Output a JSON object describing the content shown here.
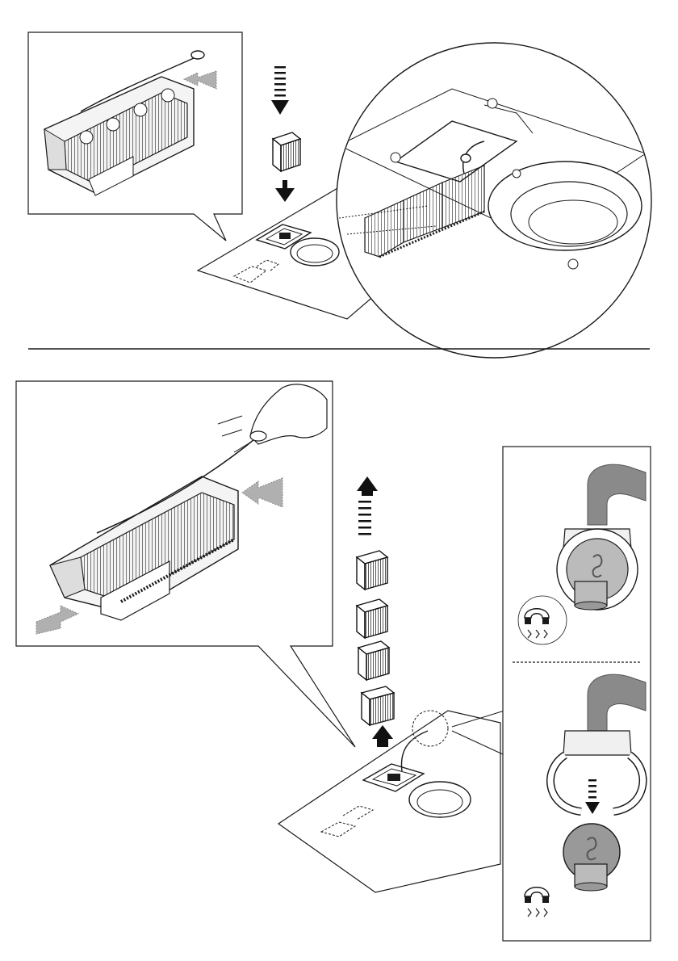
{
  "document": {
    "kind": "wordless assembly instruction diagram",
    "sections": [
      {
        "step": "insert",
        "parts": [
          "inset-installed-filter-assembly",
          "drop-arrow-dashed",
          "filter-cartridge",
          "drop-arrow-solid",
          "mounting-plate",
          "zoom-circle-installed-cartridges"
        ]
      },
      {
        "step": "remove",
        "parts": [
          "inset-pull-cord-removal",
          "lift-arrow-dashed",
          "filter-cartridge-1",
          "filter-cartridge-2",
          "filter-cartridge-3",
          "filter-cartridge-4",
          "lift-arrow-solid",
          "mounting-plate-with-cord",
          "detail-panel-magnet"
        ]
      }
    ],
    "icons": [
      "down-arrow-icon",
      "up-arrow-icon",
      "magnet-icon",
      "hand-icon",
      "air-flow-arrow-icon"
    ],
    "colors": {
      "line": "#1a1a1a",
      "arrow": "#111111",
      "flow_arrow": "#9a9a9a",
      "hose": "#8a8a8a",
      "panel_bg": "#ffffff"
    }
  }
}
